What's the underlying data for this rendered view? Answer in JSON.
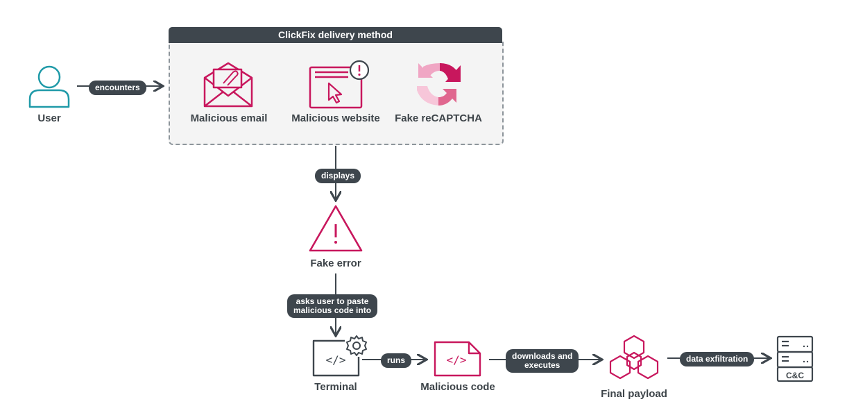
{
  "header": {
    "title": "ClickFix delivery method"
  },
  "nodes": {
    "user": "User",
    "malicious_email": "Malicious email",
    "malicious_website": "Malicious website",
    "fake_recaptcha": "Fake reCAPTCHA",
    "fake_error": "Fake error",
    "terminal": "Terminal",
    "malicious_code": "Malicious code",
    "final_payload": "Final payload",
    "cnc": "C&C"
  },
  "edges": {
    "encounters": "encounters",
    "displays": "displays",
    "asks_line1": "asks user to paste",
    "asks_line2": "malicious code into",
    "runs": "runs",
    "downloads_line1": "downloads and",
    "downloads_line2": "executes",
    "exfil": "data exfiltration"
  },
  "colors": {
    "accent": "#c8175d",
    "dark": "#3e464d",
    "user": "#1f9aa8",
    "pink_light": "#f0a6c4"
  },
  "icons": [
    "user-icon",
    "envelope-icon",
    "browser-warning-icon",
    "recaptcha-icon",
    "warning-triangle-icon",
    "terminal-icon",
    "gear-icon",
    "code-file-icon",
    "biohazard-icon",
    "server-icon"
  ]
}
